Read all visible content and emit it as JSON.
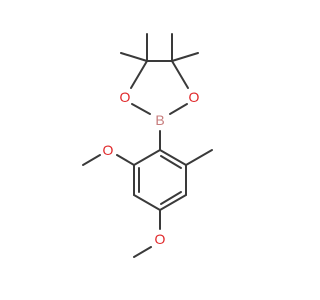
{
  "molecule": {
    "atoms": {
      "boron": {
        "symbol": "B",
        "color": "#c77d7d"
      },
      "ring_oxygen_left": {
        "symbol": "O",
        "color": "#e0282a"
      },
      "ring_oxygen_right": {
        "symbol": "O",
        "color": "#e0282a"
      },
      "methoxy_oxygen_ortho": {
        "symbol": "O",
        "color": "#e0282a"
      },
      "methoxy_oxygen_para": {
        "symbol": "O",
        "color": "#e0282a"
      }
    },
    "bond_color": "#3a3a3a",
    "background": "#ffffff"
  }
}
